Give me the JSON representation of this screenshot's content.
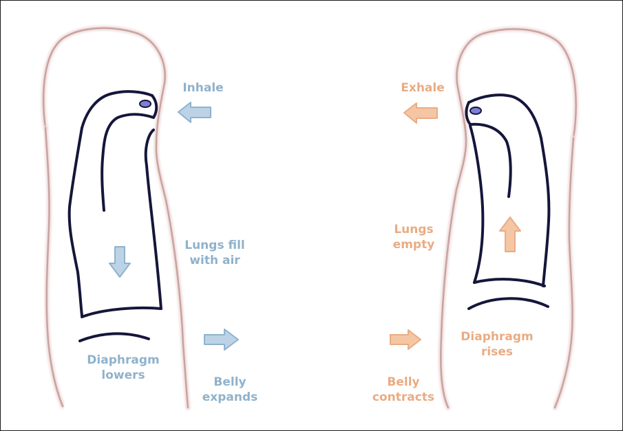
{
  "colors": {
    "inhale_accent": "#8fb2cc",
    "exhale_accent": "#e9ac83",
    "body_outline": "#c9a3a0",
    "organ_outline": "#15163a",
    "nostril_fill": "#7d7fd8"
  },
  "inhale_panel": {
    "action_label": "Inhale",
    "lungs_label_line1": "Lungs fill",
    "lungs_label_line2": "with air",
    "diaphragm_label_line1": "Diaphragm",
    "diaphragm_label_line2": "lowers",
    "belly_label_line1": "Belly",
    "belly_label_line2": "expands",
    "arrow_icons": [
      "arrow-left-icon",
      "arrow-down-icon",
      "arrow-right-icon"
    ]
  },
  "exhale_panel": {
    "action_label": "Exhale",
    "lungs_label_line1": "Lungs",
    "lungs_label_line2": "empty",
    "diaphragm_label_line1": "Diaphragm",
    "diaphragm_label_line2": "rises",
    "belly_label_line1": "Belly",
    "belly_label_line2": "contracts",
    "arrow_icons": [
      "arrow-left-icon",
      "arrow-up-icon",
      "arrow-right-icon"
    ]
  }
}
